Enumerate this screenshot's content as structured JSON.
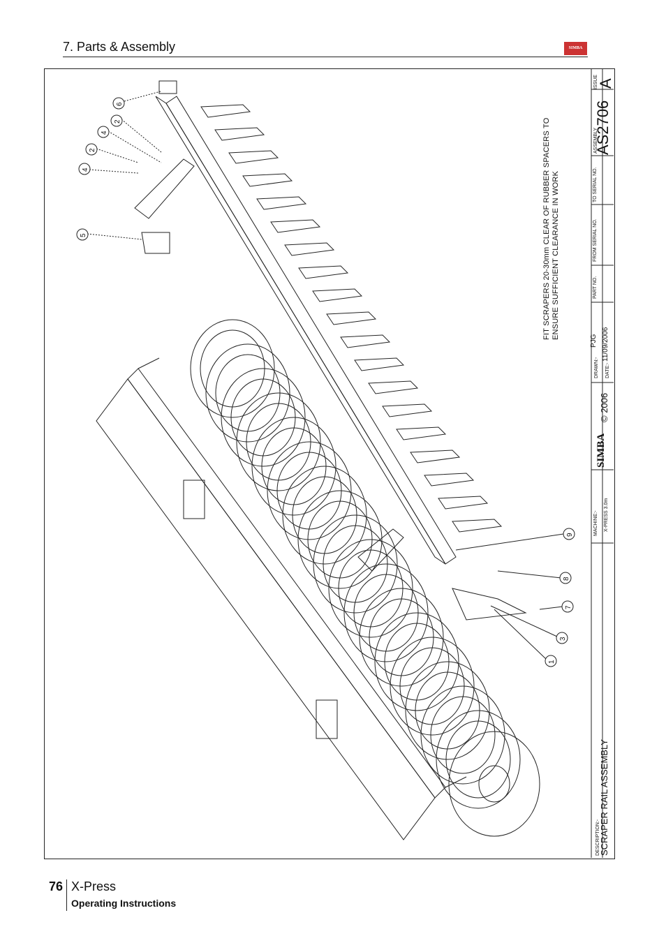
{
  "header": {
    "title": "7. Parts & Assembly",
    "logo_text": "SIMBA"
  },
  "drawing": {
    "note_line1": "FIT SCRAPERS 20-30mm CLEAR OF RUBBER SPACERS TO",
    "note_line2": "ENSURE SUFFICIENT CLEARANCE IN WORK",
    "callouts": [
      "6",
      "2",
      "4",
      "2",
      "4",
      "5",
      "9",
      "8",
      "7",
      "3",
      "1"
    ]
  },
  "title_block": {
    "issue_label": "ISSUE",
    "issue_value": "A",
    "assembly_label": "ASSEMBLY",
    "assembly_value": "AS2706",
    "to_serial_label": "TO SERIAL NO.",
    "from_serial_label": "FROM SERIAL NO.",
    "part_no_label": "PART NO.",
    "drawn_label": "DRAWN:-",
    "drawn_value": "PJG",
    "date_label": "DATE:-",
    "date_value": "11/09/2006",
    "company": "SIMBA",
    "copyright": "© 2006",
    "machine_label": "MACHINE:-",
    "machine_value": "X-PRESS 3.0m",
    "description_label": "DESCRIPTION:-",
    "description_value": "SCRAPER RAIL ASSEMBLY"
  },
  "footer": {
    "page_number": "76",
    "product": "X-Press",
    "subtitle": "Operating Instructions"
  }
}
